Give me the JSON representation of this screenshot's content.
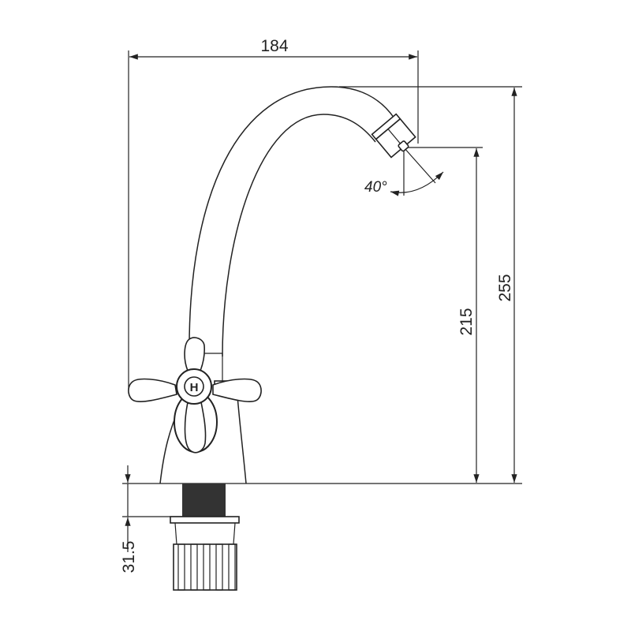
{
  "drawing": {
    "dimensions": {
      "spout_reach": "184",
      "total_height": "255",
      "outlet_height": "215",
      "base_thickness": "31.5",
      "outlet_angle": "40°"
    },
    "handle_marking": "H",
    "line_color": "#222222",
    "background_color": "#ffffff"
  }
}
